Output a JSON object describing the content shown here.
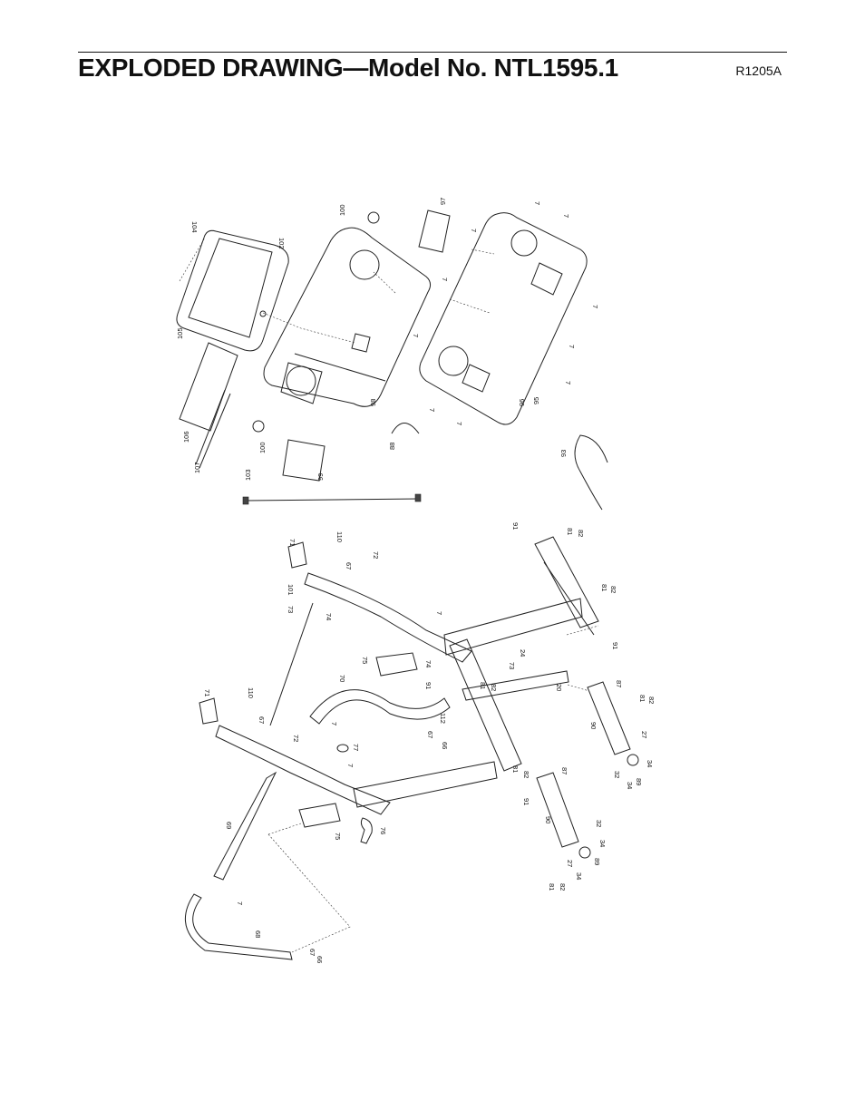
{
  "header": {
    "title": "EXPLODED DRAWING—Model No. NTL1595.1",
    "revision": "R1205A"
  },
  "callouts": {
    "c104": "104",
    "c102": "102",
    "c100a": "100",
    "c97": "97",
    "c7a": "7",
    "c7b": "7",
    "c7c": "7",
    "c7d": "7",
    "c7e": "7",
    "c7f": "7",
    "c7g": "7",
    "c7h": "7",
    "c7i": "7",
    "c7j": "7",
    "c105": "105",
    "c106": "106",
    "c107": "107",
    "c100b": "100",
    "c103": "103",
    "c98": "98",
    "c99": "99",
    "c88": "88",
    "c96": "96",
    "c95": "95",
    "c93": "93",
    "c110a": "110",
    "c67a": "67",
    "c72a": "72",
    "c71a": "71",
    "c101": "101",
    "c73a": "73",
    "c74a": "74",
    "c7k": "7",
    "c75a": "75",
    "c74b": "74",
    "c70": "70",
    "c91a": "91",
    "c81a": "81",
    "c82a": "82",
    "c81b": "81",
    "c82b": "82",
    "c91b": "91",
    "c24": "24",
    "c73b": "73",
    "c20": "20",
    "c91c": "91",
    "c81c": "81",
    "c82c": "82",
    "c112": "112",
    "c67b": "67",
    "c66a": "66",
    "c87a": "87",
    "c81d": "81",
    "c82d": "82",
    "c27a": "27",
    "c90a": "90",
    "c32a": "32",
    "c34a": "34",
    "c89a": "89",
    "c34b": "34",
    "c71b": "71",
    "c110b": "110",
    "c67c": "67",
    "c72b": "72",
    "c7l": "7",
    "c77": "77",
    "c7m": "7",
    "c81e": "81",
    "c82e": "82",
    "c87b": "87",
    "c91d": "91",
    "c69": "69",
    "c75b": "75",
    "c76": "76",
    "c90b": "90",
    "c32b": "32",
    "c34c": "34",
    "c89b": "89",
    "c27b": "27",
    "c34d": "34",
    "c81f": "81",
    "c82f": "82",
    "c7n": "7",
    "c68": "68",
    "c67d": "67",
    "c66b": "66"
  }
}
